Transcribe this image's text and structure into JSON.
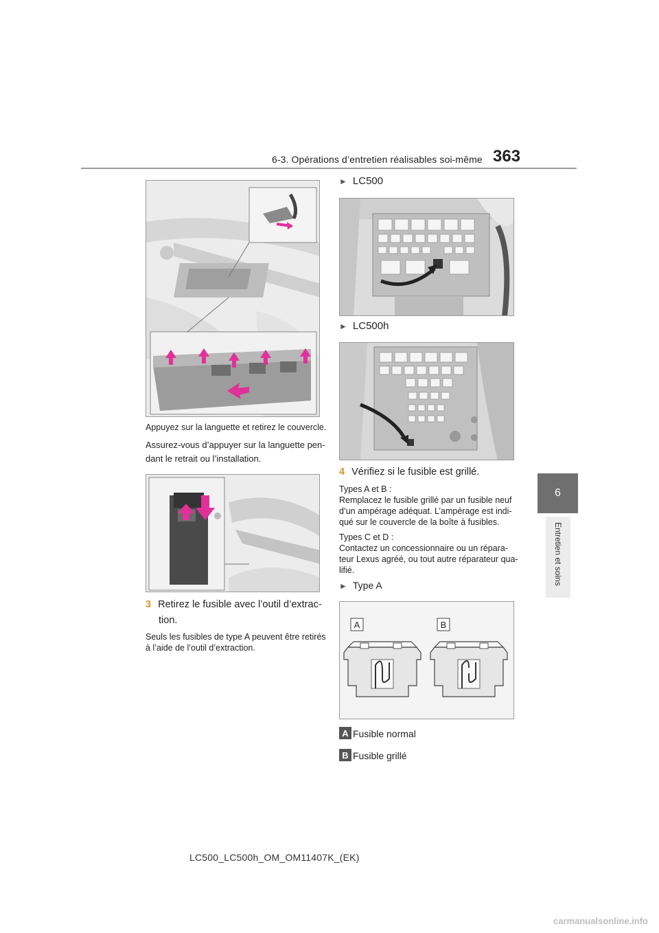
{
  "header": {
    "section_title": "6-3. Opérations d’entretien réalisables soi-même",
    "page_number": "363"
  },
  "chapter": {
    "number": "6",
    "name": "Entretien et soins"
  },
  "left_column": {
    "caption_press": "Appuyez sur la languette et retirez le couvercle.",
    "note_line1": "Assurez-vous d’appuyer sur la languette pen-",
    "note_line2": "dant le retrait ou l’installation.",
    "step3_number": "3",
    "step3_line1": "Retirez le fusible avec l’outil d’extrac-",
    "step3_line2": "tion.",
    "step3_note_line1": "Seuls les fusibles de type A peuvent être retirés",
    "step3_note_line2": "à l’aide de l’outil d’extraction."
  },
  "right_column": {
    "bullet_glyph": "►",
    "model_lc500": "LC500",
    "model_lc500h": "LC500h",
    "step4_number": "4",
    "step4_text": "Vérifiez si le fusible est grillé.",
    "types_ab_heading": "Types A et B :",
    "types_ab_line1": "Remplacez le fusible grillé par un fusible neuf",
    "types_ab_line2": "d’un ampérage adéquat. L’ampérage est indi-",
    "types_ab_line3": "qué sur le couvercle de la boîte à fusibles.",
    "types_cd_heading": "Types C et D :",
    "types_cd_line1": "Contactez un concessionnaire ou un répara-",
    "types_cd_line2": "teur Lexus agréé, ou tout autre réparateur qua-",
    "types_cd_line3": "lifié.",
    "type_a_label": "Type A",
    "fuse_label_a": "A",
    "fuse_label_b": "B",
    "legend_a_letter": "A",
    "legend_a_text": "Fusible normal",
    "legend_b_letter": "B",
    "legend_b_text": "Fusible grillé"
  },
  "footer": {
    "document_code": "LC500_LC500h_OM_OM11407K_(EK)",
    "watermark": "carmanualsonline.info"
  },
  "colors": {
    "accent_step": "#d7932a",
    "arrow_pink": "#e2309a",
    "chapter_tab": "#6f6f6f"
  }
}
